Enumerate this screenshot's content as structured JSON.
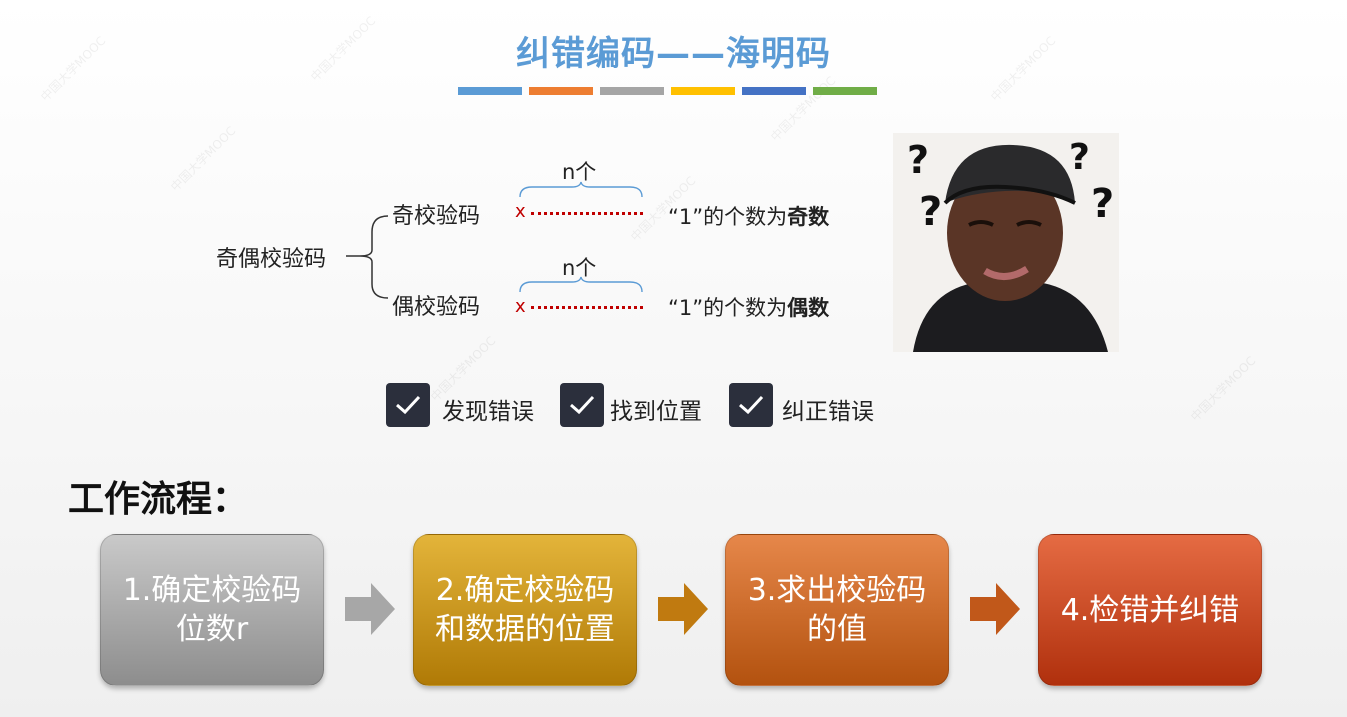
{
  "title": "纠错编码——海明码",
  "title_bar_colors": [
    "#5b9bd5",
    "#ed7d31",
    "#a5a5a5",
    "#ffc000",
    "#4472c4",
    "#70ad47"
  ],
  "tree": {
    "root": "奇偶校验码",
    "odd": {
      "label": "奇校验码",
      "x": "x",
      "n_label": "n个",
      "result_prefix": "“1”的个数为",
      "result_bold": "奇数"
    },
    "even": {
      "label": "偶校验码",
      "x": "x",
      "n_label": "n个",
      "result_prefix": "“1”的个数为",
      "result_bold": "偶数"
    }
  },
  "checks": [
    "发现错误",
    "找到位置",
    "纠正错误"
  ],
  "workflow": {
    "title": "工作流程：",
    "steps": [
      {
        "text": "1.确定校验码位数r",
        "color_top": "#c9c9c9",
        "color_bottom": "#8d8d8d"
      },
      {
        "text": "2.确定校验码和数据的位置",
        "color_top": "#e3b43a",
        "color_bottom": "#b07a06"
      },
      {
        "text": "3.求出校验码的值",
        "color_top": "#e6874a",
        "color_bottom": "#b3520f"
      },
      {
        "text": "4.检错并纠错",
        "color_top": "#e56b43",
        "color_bottom": "#b0300d"
      }
    ],
    "arrow_colors": [
      "#a7a7a7",
      "#c07a10",
      "#c1581a"
    ]
  },
  "photo": {
    "description_icon": "confused-man-photo"
  }
}
